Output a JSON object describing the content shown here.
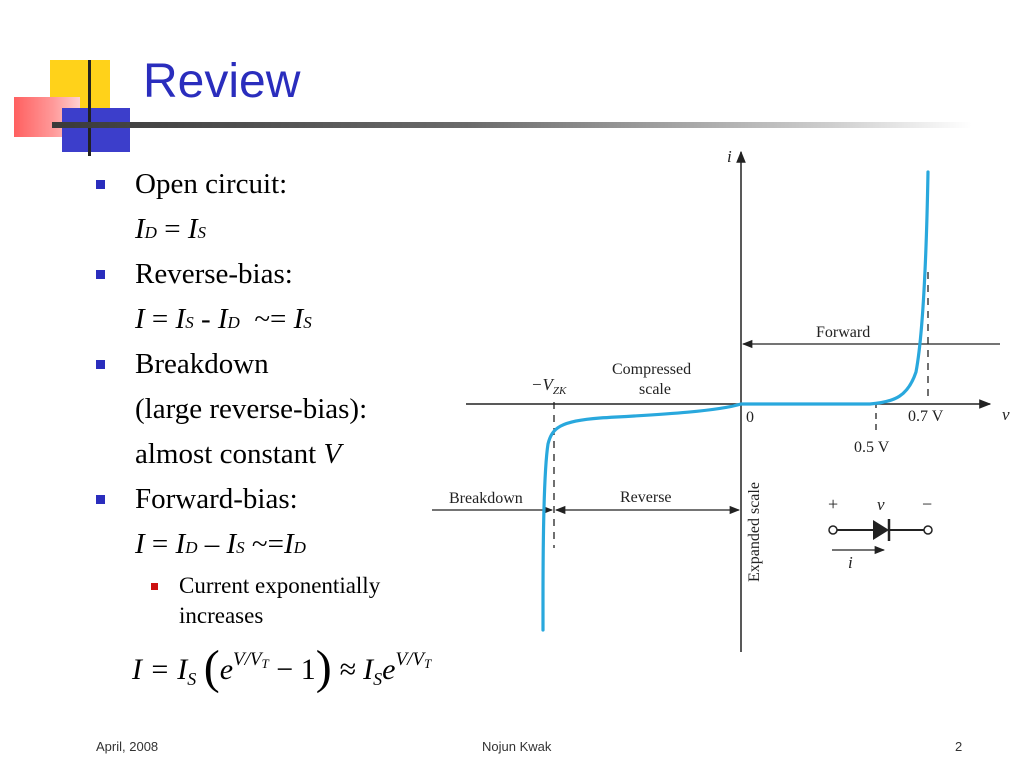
{
  "slide": {
    "title": "Review",
    "bullets": [
      {
        "text": "Open circuit:"
      },
      {
        "text": "Reverse-bias:"
      },
      {
        "text": "Breakdown"
      },
      {
        "text": "Forward-bias:"
      }
    ],
    "lines": {
      "open_circuit_eq": {
        "lhs": "I",
        "lhs_sub": "D",
        "op": " = ",
        "rhs": "I",
        "rhs_sub": "S"
      },
      "reverse_eq": {
        "a": "I",
        "op1": " = ",
        "b": "I",
        "b_sub": "S",
        "op2": " - ",
        "c": "I",
        "c_sub": "D",
        "op3": "  ~= ",
        "d": "I",
        "d_sub": "S"
      },
      "breakdown_line2": "(large reverse-bias):",
      "breakdown_line3_prefix": "almost constant ",
      "breakdown_line3_var": "V",
      "forward_eq": {
        "a": "I",
        "op1": " = ",
        "b": "I",
        "b_sub": "D",
        "op2": " – ",
        "c": "I",
        "c_sub": "S",
        "op3": " ~=",
        "d": "I",
        "d_sub": "D"
      }
    },
    "sub_bullet": {
      "line1": "Current exponentially",
      "line2": "increases"
    },
    "formula": {
      "lhs": "I = I",
      "lhs_sub": "S",
      "inner_base": "e",
      "exp": "V/V",
      "exp_sub": "T",
      "inner_rest": " − 1",
      "approx": " ≈ I",
      "approx_sub": "S",
      "approx_base": "e",
      "approx_exp": "V/V",
      "approx_exp_sub": "T"
    },
    "footer": {
      "date": "April, 2008",
      "author": "Nojun Kwak",
      "page": "2"
    }
  },
  "chart_data": {
    "type": "line",
    "title": "",
    "xlabel": "v",
    "ylabel": "i",
    "x_ticks": [
      "0",
      "0.5 V",
      "0.7 V"
    ],
    "annotations": {
      "vzk": "−V",
      "vzk_sub": "ZK",
      "compressed_line1": "Compressed",
      "compressed_line2": "scale",
      "forward": "Forward",
      "reverse": "Reverse",
      "breakdown": "Breakdown",
      "expanded": "Expanded scale"
    },
    "diode_symbol": {
      "plus": "+",
      "minus": "−",
      "v": "v",
      "i": "i"
    },
    "color": "#29a8dd"
  }
}
